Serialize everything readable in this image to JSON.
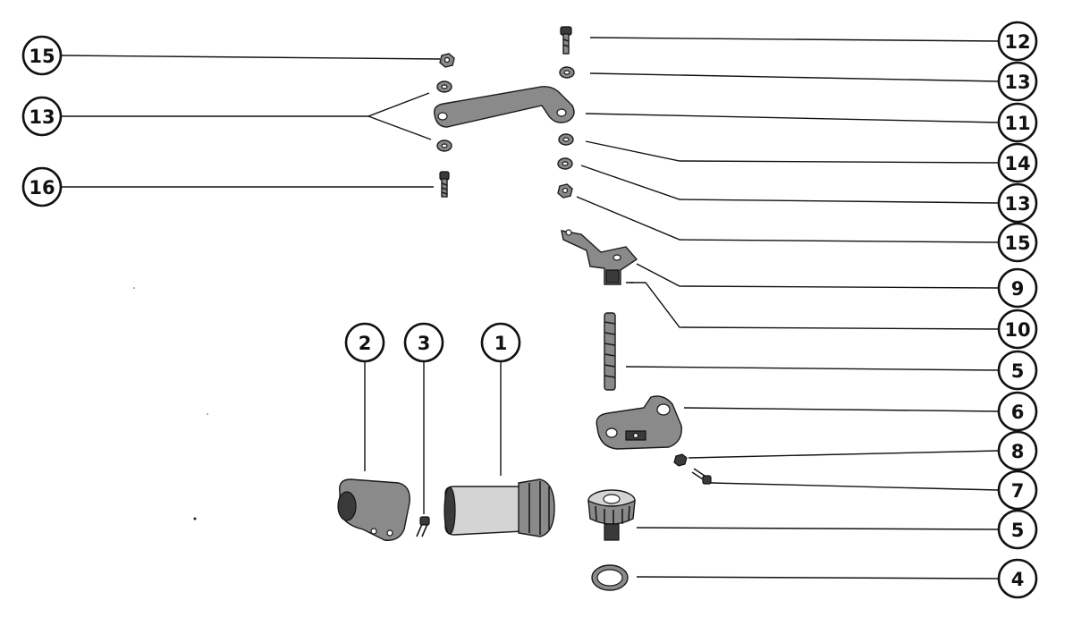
{
  "callouts": {
    "c15_left": "15",
    "c13_left": "13",
    "c16_left": "16",
    "c12_right": "12",
    "c13_right_a": "13",
    "c11_right": "11",
    "c14_right": "14",
    "c13_right_b": "13",
    "c15_right": "15",
    "c9_right": "9",
    "c10_right": "10",
    "c5_right_a": "5",
    "c6_right": "6",
    "c8_right": "8",
    "c7_right": "7",
    "c5_right_b": "5",
    "c4_right": "4",
    "c2_bottom": "2",
    "c3_bottom": "3",
    "c1_bottom": "1"
  },
  "colors": {
    "ink": "#111111",
    "background": "#ffffff"
  }
}
